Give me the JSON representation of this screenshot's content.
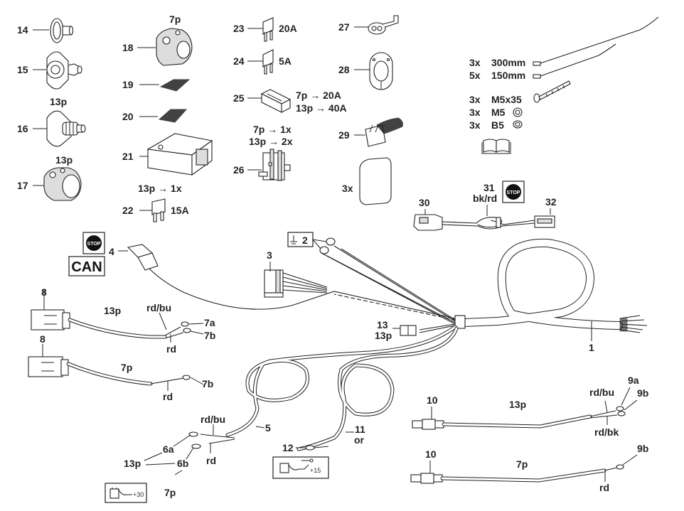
{
  "diagram": {
    "title": "",
    "labels": {
      "p14": "14",
      "p15": "15",
      "p16": "16",
      "p16_pins": "13p",
      "p17": "17",
      "p17_pins": "13p",
      "p18": "18",
      "p18_pins": "7p",
      "p19": "19",
      "p20": "20",
      "p21": "21",
      "p22": "22",
      "p22_qty": "13p → 1x",
      "p22_rating": "15A",
      "p23": "23",
      "p23_rating": "20A",
      "p24": "24",
      "p24_rating": "5A",
      "p25": "25",
      "p25_line1": "7p → 20A",
      "p25_line2": "13p → 40A",
      "p26": "26",
      "p26_line1": "7p → 1x",
      "p26_line2": "13p → 2x",
      "p27": "27",
      "p28": "28",
      "p29": "29",
      "pad_qty": "3x",
      "p30": "30",
      "p31": "31",
      "p31_color": "bk/rd",
      "p32": "32",
      "p1": "1",
      "p2": "2",
      "p3": "3",
      "p4": "4",
      "p5": "5",
      "p5_wire_a": "rd/bu",
      "p5_wire_b": "rd",
      "p6a": "6a",
      "p6b": "6b",
      "p6_13p": "13p",
      "p6_7p": "7p",
      "p8_top": "8",
      "p8_bottom": "8",
      "p8_top_pins": "13p",
      "p8_bottom_pins": "7p",
      "p8_top_wire_a": "rd/bu",
      "p8_top_wire_b": "rd",
      "p8_bottom_wire": "rd",
      "p7a": "7a",
      "p7b_top": "7b",
      "p7b_bottom": "7b",
      "p9a": "9a",
      "p9b_top": "9b",
      "p9b_bottom": "9b",
      "p10_top": "10",
      "p10_bottom": "10",
      "p10_top_pins": "13p",
      "p10_bottom_pins": "7p",
      "p9_wire_a": "rd/bu",
      "p9_wire_b": "rd/bk",
      "p9_bottom_wire": "rd",
      "p11": "11",
      "p11_color": "or",
      "p12": "12",
      "p13": "13",
      "p13_pins": "13p",
      "can": "CAN",
      "stop": "STOP",
      "batt30": "+30",
      "batt15": "+15"
    },
    "hardware": [
      {
        "qty": "3x",
        "item": "300mm"
      },
      {
        "qty": "5x",
        "item": "150mm"
      },
      {
        "qty": "3x",
        "item": "M5x35"
      },
      {
        "qty": "3x",
        "item": "M5"
      },
      {
        "qty": "3x",
        "item": "B5"
      }
    ],
    "icons": [
      "manual-book-icon",
      "ground-icon",
      "stop-sign-icon",
      "battery-icon",
      "ignition-key-icon"
    ]
  }
}
